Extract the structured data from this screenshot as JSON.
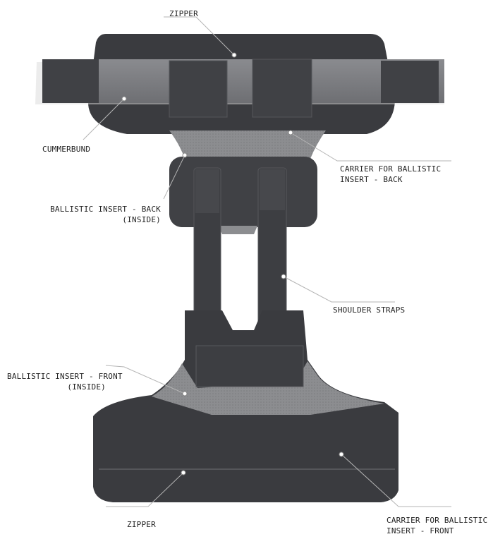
{
  "colors": {
    "fabric_dark": "#3a3b3f",
    "fabric_mid": "#4a4b50",
    "mesh_gray": "#8c8d90",
    "leader_line": "#b5b5b5",
    "dot": "#ffffff"
  },
  "labels": {
    "zipper_top": "ZIPPER",
    "cummerbund": "CUMMERBUND",
    "carrier_back_1": "CARRIER FOR BALLISTIC",
    "carrier_back_2": "INSERT - BACK",
    "insert_back_1": "BALLISTIC INSERT - BACK",
    "insert_back_2": "(INSIDE)",
    "shoulder_straps": "SHOULDER STRAPS",
    "insert_front_1": "BALLISTIC INSERT - FRONT",
    "insert_front_2": "(INSIDE)",
    "zipper_bottom": "ZIPPER",
    "carrier_front_1": "CARRIER FOR BALLISTIC",
    "carrier_front_2": "INSERT - FRONT"
  }
}
